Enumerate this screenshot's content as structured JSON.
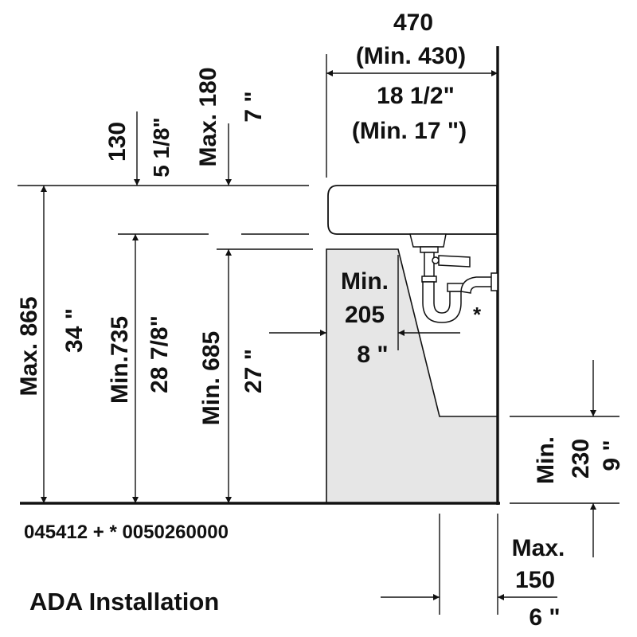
{
  "colors": {
    "ink": "#111111",
    "fill": "#e6e6e6",
    "paper": "#ffffff"
  },
  "dims": {
    "width_mm": "470",
    "width_min_mm": "(Min. 430)",
    "width_in": "18 1/2\"",
    "width_min_in": "(Min. 17 \")",
    "rim_mm": "130",
    "rim_in": "5 1/8\"",
    "max180": "Max. 180",
    "max180_in": "7 \"",
    "max865": "Max. 865",
    "max865_in": "34 \"",
    "min735": "Min.735",
    "min735_in": "28 7/8\"",
    "min685": "Min. 685",
    "min685_in": "27 \"",
    "knee_min": "Min.",
    "knee_mm": "205",
    "knee_in": "8 \"",
    "toe_min": "Min.",
    "toe_mm": "230",
    "toe_in": "9 \"",
    "wall_max": "Max.",
    "wall_mm": "150",
    "wall_in": "6 \""
  },
  "marks": {
    "star": "*"
  },
  "footer": {
    "article": "045412 + * 0050260000",
    "title": "ADA Installation"
  }
}
